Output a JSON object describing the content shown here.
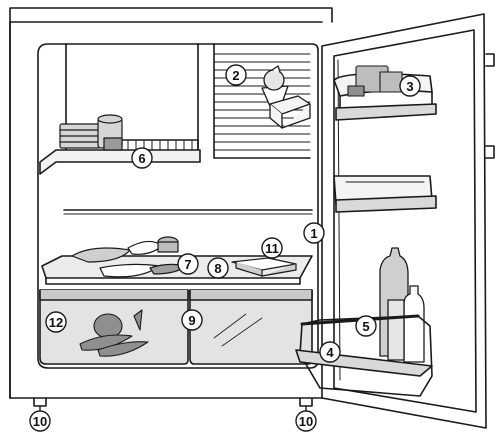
{
  "callouts": [
    {
      "id": "c1",
      "label": "1"
    },
    {
      "id": "c2",
      "label": "2"
    },
    {
      "id": "c3",
      "label": "3"
    },
    {
      "id": "c4",
      "label": "4"
    },
    {
      "id": "c5",
      "label": "5"
    },
    {
      "id": "c6",
      "label": "6"
    },
    {
      "id": "c7",
      "label": "7"
    },
    {
      "id": "c8",
      "label": "8"
    },
    {
      "id": "c9",
      "label": "9"
    },
    {
      "id": "c10a",
      "label": "10"
    },
    {
      "id": "c10b",
      "label": "10"
    },
    {
      "id": "c11",
      "label": "11"
    },
    {
      "id": "c12",
      "label": "12"
    }
  ],
  "colors": {
    "line": "#1a1a1a",
    "shade": "#d9d9d9",
    "shade_dark": "#9a9a9a",
    "food": "#c8c8c8"
  }
}
